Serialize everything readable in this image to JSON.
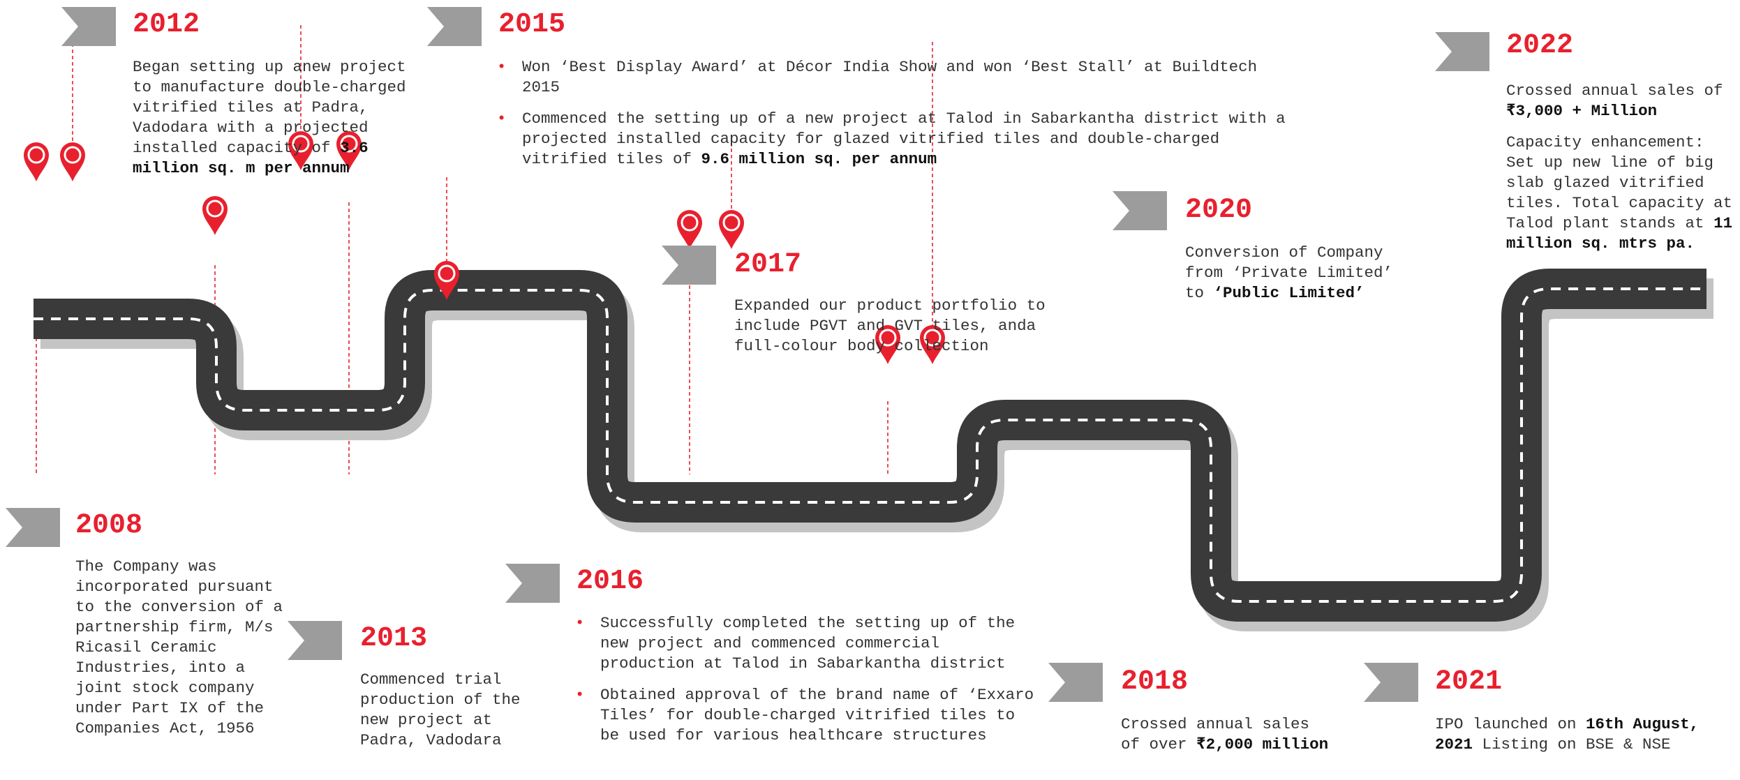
{
  "colors": {
    "accent": "#E8202E",
    "road": "#3A3A3A",
    "road_shadow": "#C4C4C4",
    "flag": "#9C9C9C",
    "text": "#333333",
    "dashed_line": "#E8202E"
  },
  "icons": {
    "marker": "map-pin-icon",
    "flag": "flag-banner-icon"
  },
  "events": {
    "e2008": {
      "year": "2008",
      "body": [
        {
          "t": "The Company was incorporated pursuant to the conversion of a partnership firm, M/s Ricasil Ceramic Industries, into a joint stock company under Part IX of the Companies Act, 1956"
        }
      ]
    },
    "e2012": {
      "year": "2012",
      "body": [
        {
          "t": "Began setting up anew project to manufacture double-charged vitrified tiles at Padra, Vadodara with a projected installed capacity of "
        },
        {
          "t": "3.6 million sq. m per annum",
          "b": true
        }
      ]
    },
    "e2013": {
      "year": "2013",
      "body": [
        {
          "t": "Commenced trial production of the new project at Padra, Vadodara"
        }
      ]
    },
    "e2015": {
      "year": "2015",
      "bullets": [
        [
          {
            "t": "Won ‘Best Display Award’ at Décor India Show and won ‘Best Stall’ at Buildtech 2015"
          }
        ],
        [
          {
            "t": "Commenced the setting up of a new project at Talod in Sabarkantha district with a projected installed capacity for glazed vitrified tiles and double-charged vitrified tiles of "
          },
          {
            "t": "9.6 million sq. per annum",
            "b": true
          }
        ]
      ]
    },
    "e2016": {
      "year": "2016",
      "bullets": [
        [
          {
            "t": "Successfully completed the setting up of the new project and commenced commercial production at Talod in Sabarkantha district"
          }
        ],
        [
          {
            "t": "Obtained approval of the brand name of ‘Exxaro Tiles’ for double-charged vitrified tiles to be used for various healthcare structures"
          }
        ]
      ]
    },
    "e2017": {
      "year": "2017",
      "body": [
        {
          "t": "Expanded our product portfolio to include PGVT and GVT tiles, anda full-colour body collection"
        }
      ]
    },
    "e2018": {
      "year": "2018",
      "body": [
        {
          "t": "Crossed annual sales of over "
        },
        {
          "t": "₹2,000 million",
          "b": true
        }
      ]
    },
    "e2020": {
      "year": "2020",
      "body": [
        {
          "t": "Conversion of Company from ‘Private Limited’ to "
        },
        {
          "t": "‘Public Limited’",
          "b": true
        }
      ]
    },
    "e2021": {
      "year": "2021",
      "body": [
        {
          "t": "IPO launched on "
        },
        {
          "t": "16th August, 2021",
          "b": true
        },
        {
          "t": " Listing on BSE & NSE"
        }
      ]
    },
    "e2022": {
      "year": "2022",
      "body": [
        {
          "t": "Crossed annual sales of "
        },
        {
          "t": "₹3,000 + Million",
          "b": true
        }
      ],
      "body2": [
        {
          "t": "Capacity enhancement: Set up new line of big slab glazed vitrified tiles. Total capacity at Talod plant  stands at "
        },
        {
          "t": "11 million sq. mtrs pa.",
          "b": true
        }
      ]
    }
  }
}
